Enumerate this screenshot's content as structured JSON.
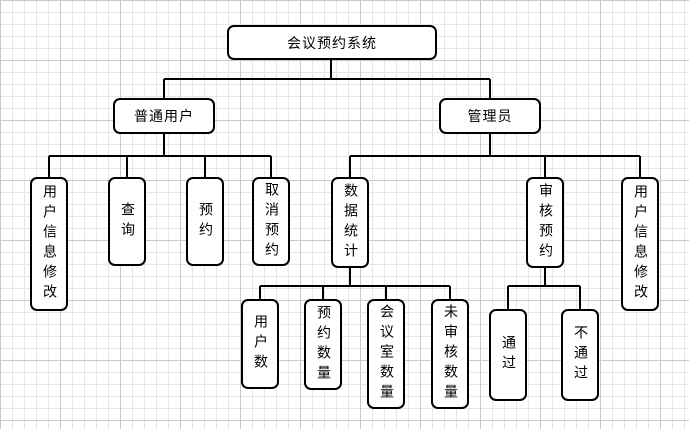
{
  "diagram": {
    "root": {
      "label": "会议预约系统"
    },
    "user": {
      "label": "普通用户",
      "children": [
        "用户信息修改",
        "查询",
        "预约",
        "取消预约"
      ]
    },
    "admin": {
      "label": "管理员",
      "stats": {
        "label": "数据统计",
        "children": [
          "用户数",
          "预约数量",
          "会议室数量",
          "未审核数量"
        ]
      },
      "review": {
        "label": "审核预约",
        "children": [
          "通过",
          "不通过"
        ]
      },
      "profile": {
        "label": "用户信息修改"
      }
    }
  }
}
